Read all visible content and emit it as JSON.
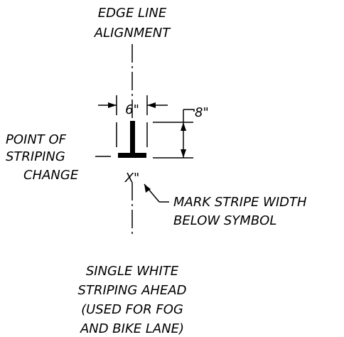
{
  "labels": {
    "top_line1": "EDGE LINE",
    "top_line2": "ALIGNMENT",
    "left_line1": "POINT OF",
    "left_line2": "STRIPING",
    "left_line3": "CHANGE",
    "dim_width": "6\"",
    "dim_height": "8\"",
    "x_mark": "X\"",
    "callout_line1": "MARK STRIPE WIDTH",
    "callout_line2": "BELOW SYMBOL",
    "bottom_line1": "SINGLE WHITE",
    "bottom_line2": "STRIPING AHEAD",
    "bottom_line3": "(USED FOR FOG",
    "bottom_line4": "AND BIKE LANE)"
  },
  "colors": {
    "ink": "#000000",
    "background": "#ffffff"
  }
}
